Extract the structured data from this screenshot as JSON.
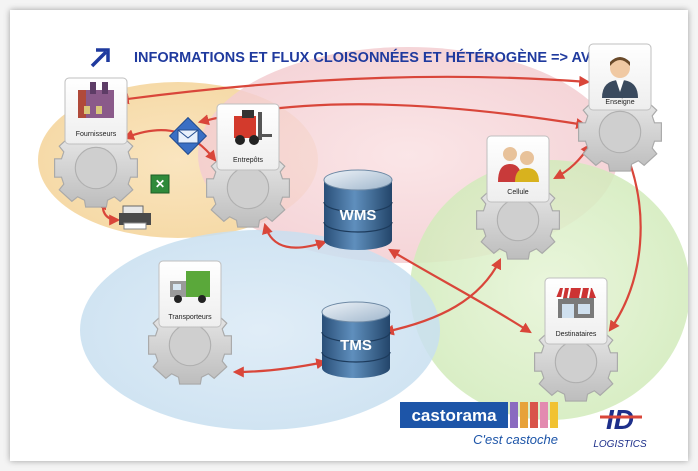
{
  "title": "INFORMATIONS ET FLUX  CLOISONNÉES ET HÉTÉROGÈNE => AVANT",
  "colors": {
    "title": "#1f3a9e",
    "arrow": "#d9463a",
    "arrow_icon": "#1f3a9e",
    "zone_orange": "#f7d9a8",
    "zone_pink": "#f6d3d6",
    "zone_green": "#d9efc4",
    "zone_blue": "#cfe3f2",
    "gear": "#d3d3d3",
    "db_blue": "#2f5c8a"
  },
  "nodes": {
    "fournisseurs": {
      "label": "Fournisseurs",
      "icon": "factory-icon"
    },
    "entrepots": {
      "label": "Entrepôts",
      "icon": "forklift-icon"
    },
    "enseigne": {
      "label": "Enseigne",
      "icon": "businessman-icon"
    },
    "cellule": {
      "label": "Cellule",
      "icon": "team-icon"
    },
    "transporteurs": {
      "label": "Transporteurs",
      "icon": "truck-icon"
    },
    "destinataires": {
      "label": "Destinataires",
      "icon": "storefront-icon"
    }
  },
  "databases": {
    "wms": {
      "label": "WMS"
    },
    "tms": {
      "label": "TMS"
    }
  },
  "logos": {
    "castorama": {
      "text": "castorama",
      "tagline": "C'est castoche"
    },
    "id_logistics": {
      "mark": "ID",
      "text": "LOGISTICS"
    }
  }
}
